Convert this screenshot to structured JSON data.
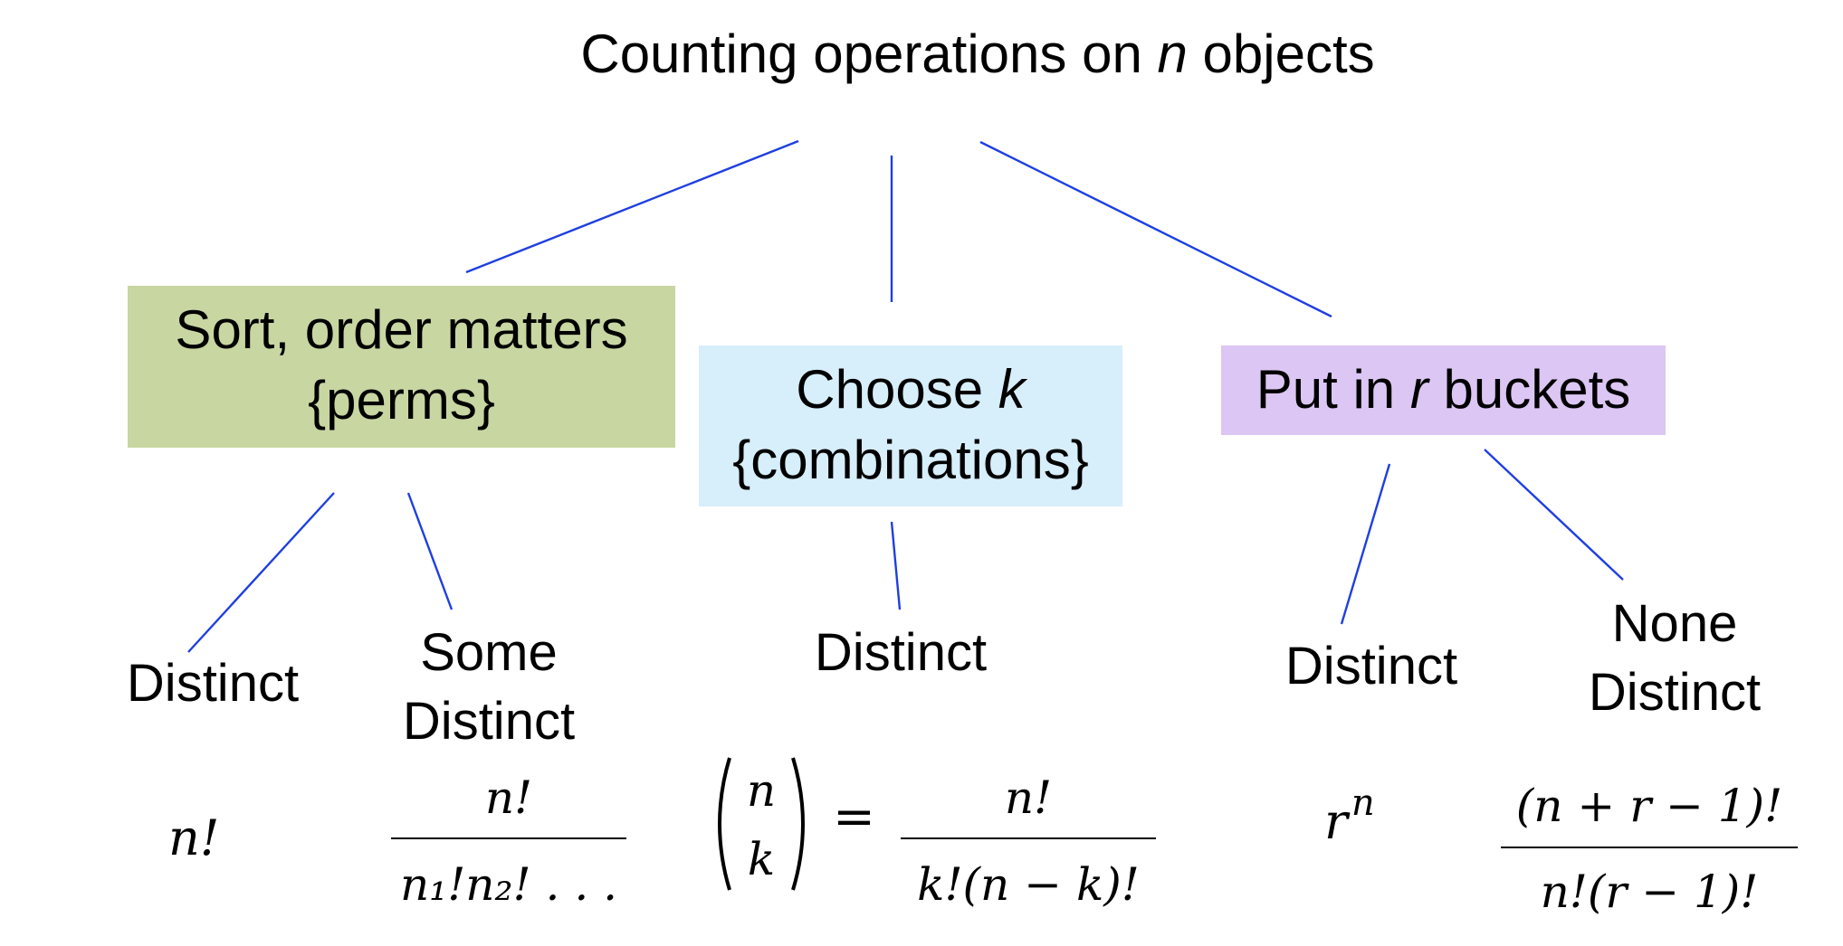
{
  "title": {
    "prefix": "Counting operations on ",
    "variable": "n",
    "suffix": " objects"
  },
  "colors": {
    "connector": "#1f3fe0",
    "sort_box": "#c8d6a2",
    "choose_box": "#d7eefb",
    "put_box": "#dcc6f3"
  },
  "branches": {
    "sort": {
      "line1": "Sort, order matters",
      "line2": "{perms}"
    },
    "choose": {
      "line1_prefix": "Choose ",
      "line1_var": "k",
      "line2": "{combinations}"
    },
    "put": {
      "prefix": "Put in ",
      "var": "r",
      "suffix": " buckets"
    }
  },
  "leaves": {
    "perm_distinct": "Distinct",
    "perm_some_line1": "Some",
    "perm_some_line2": "Distinct",
    "comb_distinct": "Distinct",
    "bucket_distinct": "Distinct",
    "bucket_none_line1": "None",
    "bucket_none_line2": "Distinct"
  },
  "formulas": {
    "perm_distinct": "n!",
    "perm_some_num": "n!",
    "perm_some_den": "n₁!n₂! . . .",
    "comb_binom_top": "n",
    "comb_binom_bottom": "k",
    "comb_equals": "=",
    "comb_num": "n!",
    "comb_den": "k!(n − k)!",
    "bucket_distinct_base": "r",
    "bucket_distinct_exp": "n",
    "bucket_none_num": "(n + r − 1)!",
    "bucket_none_den": "n!(r − 1)!"
  }
}
